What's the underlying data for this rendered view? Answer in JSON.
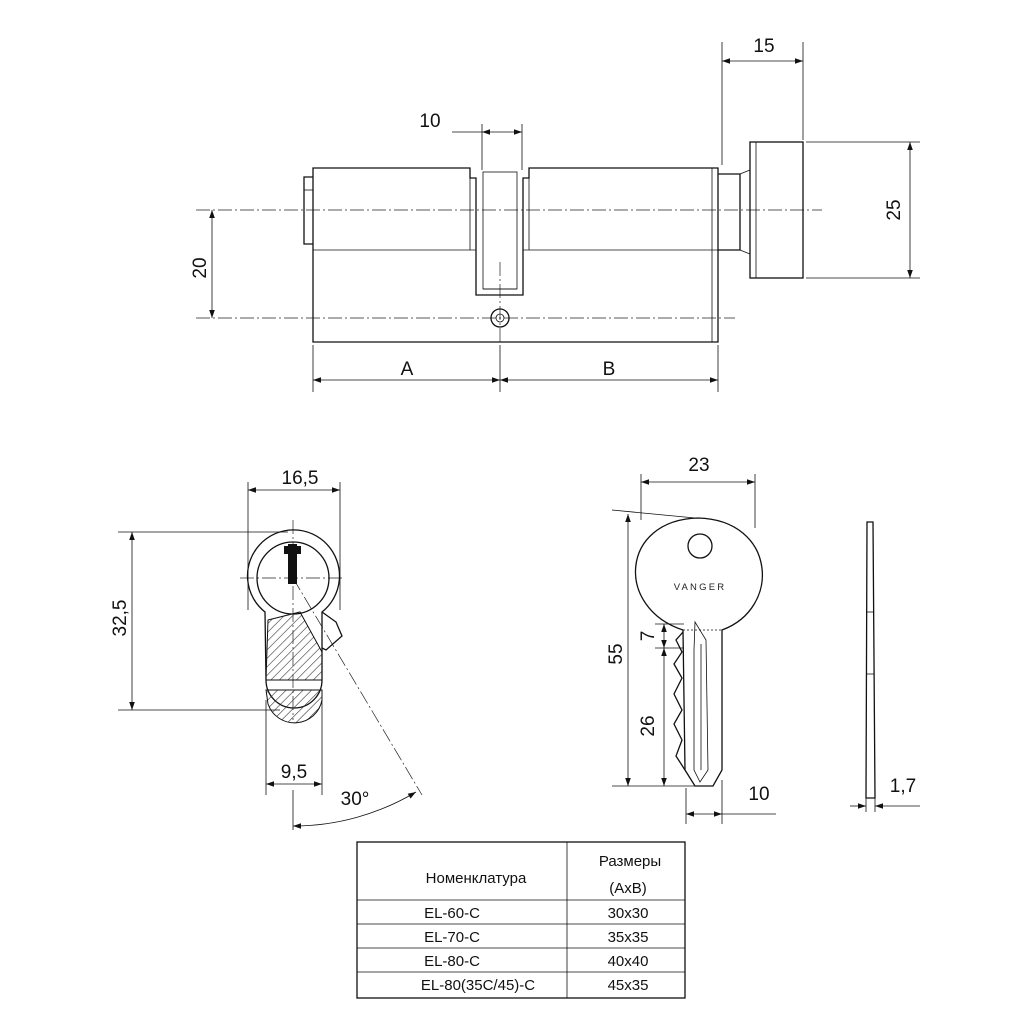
{
  "colors": {
    "line": "#111111",
    "hatch": "#333333",
    "background": "#ffffff"
  },
  "side_view": {
    "dim_top_knob": "15",
    "dim_cam_width": "10",
    "dim_knob_height": "25",
    "dim_axis_to_pin": "20",
    "label_a": "A",
    "label_b": "B"
  },
  "profile_view": {
    "dim_width": "16,5",
    "dim_height": "32,5",
    "dim_bottom_width": "9,5",
    "dim_angle": "30°"
  },
  "key_view": {
    "brand": "VANGER",
    "dim_width": "23",
    "dim_length": "55",
    "dim_shoulder": "7",
    "dim_blade": "26",
    "dim_blade_width": "10",
    "dim_thickness": "1,7"
  },
  "table": {
    "header_name": "Номенклатура",
    "header_size_line1": "Размеры",
    "header_size_line2": "(AxB)",
    "rows": [
      {
        "name": "EL-60-C",
        "size": "30x30"
      },
      {
        "name": "EL-70-C",
        "size": "35x35"
      },
      {
        "name": "EL-80-C",
        "size": "40x40"
      },
      {
        "name": "EL-80(35C/45)-C",
        "size": "45x35"
      }
    ]
  }
}
